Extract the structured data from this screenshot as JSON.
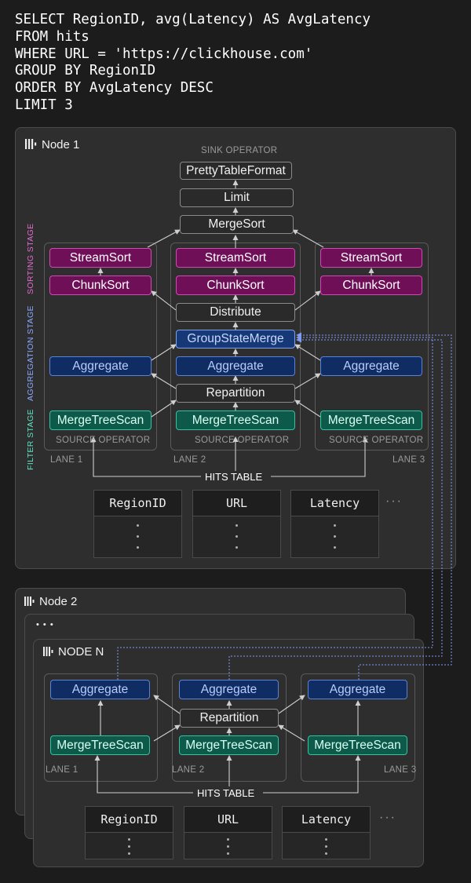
{
  "query": {
    "lines": [
      "SELECT RegionID, avg(Latency) AS AvgLatency",
      "FROM hits",
      "WHERE URL = 'https://clickhouse.com'",
      "GROUP BY RegionID",
      "ORDER BY AvgLatency DESC",
      "LIMIT 3"
    ]
  },
  "node1": {
    "title": "Node 1",
    "sink_label": "SINK OPERATOR",
    "source_label": "SOURCE OPERATOR",
    "hits_label": "HITS TABLE",
    "stages": {
      "sorting": "SORTING STAGE",
      "aggregation": "AGGREGATION STAGE",
      "filter": "FILTER STAGE"
    },
    "ops": {
      "pretty": "PrettyTableFormat",
      "limit": "Limit",
      "mergesort": "MergeSort",
      "streamsort": "StreamSort",
      "chunksort": "ChunkSort",
      "distribute": "Distribute",
      "groupstatemerge": "GroupStateMerge",
      "aggregate": "Aggregate",
      "repartition": "Repartition",
      "scan": "MergeTreeScan"
    },
    "lanes": [
      "LANE 1",
      "LANE 2",
      "LANE 3"
    ],
    "columns": [
      "RegionID",
      "URL",
      "Latency"
    ],
    "more_columns": "···"
  },
  "node2": {
    "title": "Node 2"
  },
  "node_middle": {
    "title": "• • •"
  },
  "nodeN": {
    "title": "NODE N",
    "hits_label": "HITS TABLE",
    "lanes": [
      "LANE 1",
      "LANE 2",
      "LANE 3"
    ],
    "ops": {
      "aggregate": "Aggregate",
      "repartition": "Repartition",
      "scan": "MergeTreeScan"
    },
    "columns": [
      "RegionID",
      "URL",
      "Latency"
    ],
    "more_columns": "···"
  },
  "colors": {
    "background": "#1c1c1c",
    "panel": "#2e2e2e",
    "sort_fill": "#6e0f58",
    "sort_border": "#d04ab3",
    "agg_fill": "#0f2c63",
    "agg_border": "#5b82d6",
    "scan_fill": "#0d5a4a",
    "scan_border": "#34c2a0",
    "sorting_stage": "#e26bd0",
    "aggregation_stage": "#8ea8ff",
    "filter_stage": "#5fe3c2",
    "dotted_link": "#7f9bf2"
  }
}
